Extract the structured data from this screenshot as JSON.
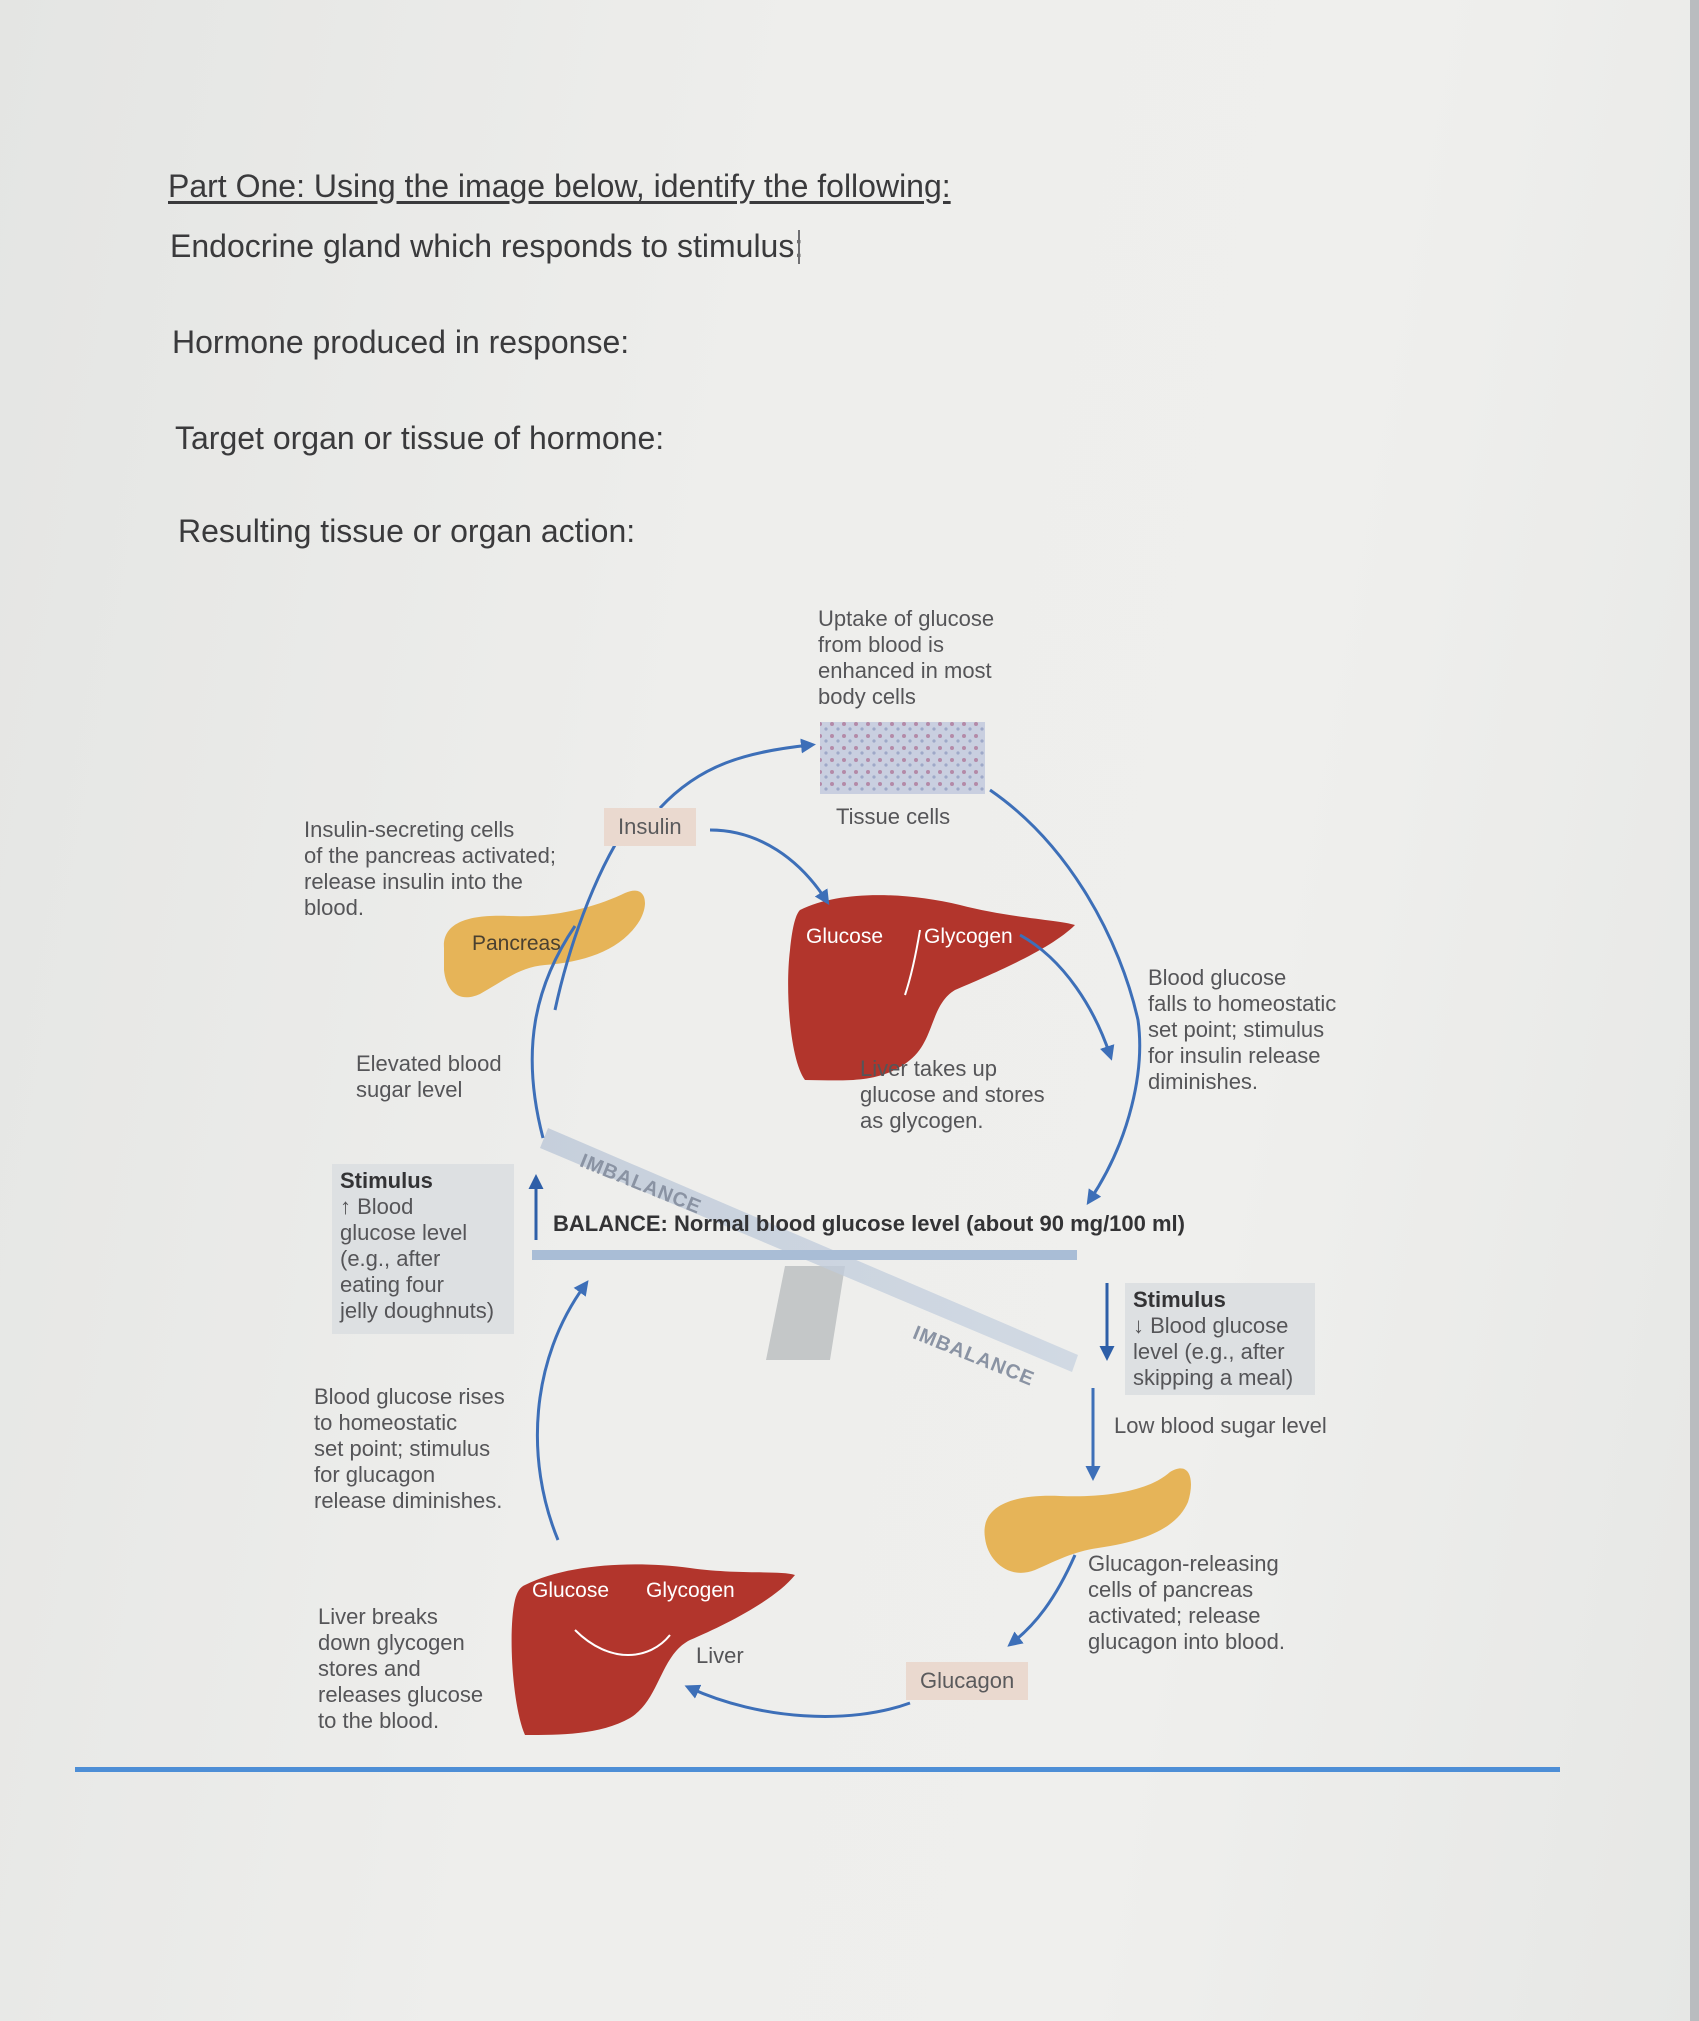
{
  "worksheet": {
    "heading": "Part One: Using the image below, identify the following:",
    "questions": [
      "Endocrine gland which responds to stimulus:",
      "Hormone produced in response:",
      "Target organ or tissue of hormone:",
      "Resulting tissue or organ action:"
    ]
  },
  "diagram": {
    "uptake_text": [
      "Uptake of glucose",
      "from blood is",
      "enhanced in most",
      "body cells"
    ],
    "tissue_cells_label": "Tissue cells",
    "insulin_label": "Insulin",
    "insulin_cells_text": [
      "Insulin-secreting cells",
      "of the pancreas activated;",
      "release insulin into the",
      "blood."
    ],
    "pancreas_label": "Pancreas",
    "liver_top": {
      "glucose": "Glucose",
      "glycogen": "Glycogen"
    },
    "blood_glucose_falls_text": [
      "Blood glucose",
      "falls to homeostatic",
      "set point; stimulus",
      "for insulin release",
      "diminishes."
    ],
    "elevated_text": [
      "Elevated blood",
      "sugar level"
    ],
    "liver_takes_up_text": [
      "Liver takes up",
      "glucose and stores",
      "as glycogen."
    ],
    "imbalance_label": "IMBALANCE",
    "stimulus_up": {
      "title": "Stimulus",
      "lines": [
        "↑ Blood",
        "glucose level",
        "(e.g., after",
        "eating four",
        "jelly doughnuts)"
      ]
    },
    "balance_text": "BALANCE: Normal blood glucose level (about 90 mg/100 ml)",
    "stimulus_down": {
      "title": "Stimulus",
      "lines": [
        "↓ Blood glucose",
        "level (e.g., after",
        "skipping a meal)"
      ]
    },
    "low_blood_sugar_text": "Low blood sugar level",
    "blood_glucose_rises_text": [
      "Blood glucose rises",
      "to homeostatic",
      "set point; stimulus",
      "for glucagon",
      "release diminishes."
    ],
    "glucagon_cells_text": [
      "Glucagon-releasing",
      "cells of pancreas",
      "activated; release",
      "glucagon into blood."
    ],
    "liver_bottom": {
      "glucose": "Glucose",
      "glycogen": "Glycogen"
    },
    "liver_label": "Liver",
    "liver_breaks_text": [
      "Liver breaks",
      "down glycogen",
      "stores and",
      "releases glucose",
      "to the blood."
    ],
    "glucagon_label": "Glucagon"
  },
  "colors": {
    "arrow_blue": "#3d6fb8",
    "liver_red": "#b2352c",
    "pancreas_yellow": "#e6b458",
    "rule_blue": "#4d8ed6"
  }
}
